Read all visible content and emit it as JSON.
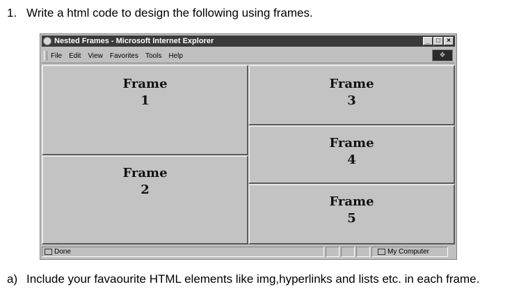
{
  "question1": {
    "number": "1.",
    "text": "Write a html code to design the following using frames."
  },
  "window": {
    "title": "Nested Frames - Microsoft Internet Explorer",
    "menu": [
      "File",
      "Edit",
      "View",
      "Favorites",
      "Tools",
      "Help"
    ],
    "controls": {
      "minimize": "_",
      "maximize": "□",
      "close": "×"
    }
  },
  "frames": [
    {
      "word": "Frame",
      "number": "1"
    },
    {
      "word": "Frame",
      "number": "2"
    },
    {
      "word": "Frame",
      "number": "3"
    },
    {
      "word": "Frame",
      "number": "4"
    },
    {
      "word": "Frame",
      "number": "5"
    }
  ],
  "statusbar": {
    "left": "Done",
    "zone": "My Computer"
  },
  "question_a": {
    "number": "a)",
    "text": "Include your favaourite HTML elements like img,hyperlinks and lists etc.  in each frame."
  }
}
